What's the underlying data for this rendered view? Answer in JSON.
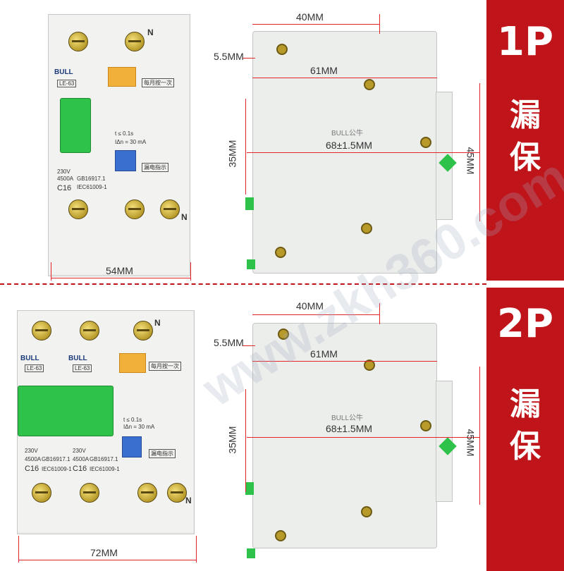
{
  "sections": [
    {
      "id": "1p",
      "title": "1P",
      "subtitle": "漏保",
      "front": {
        "brand": "BULL",
        "model": "LE-63",
        "n_marker_top": "N",
        "n_marker_bottom": "N",
        "voltage": "230V",
        "capacity": "4500A",
        "rating": "C16",
        "standard1": "GB16917.1",
        "standard2": "IEC61009-1",
        "monthly_test": "每月按一次",
        "trip_time": "t ≤ 0.1s",
        "trip_current": "IΔn = 30 mA",
        "leak_indicator": "漏电指示",
        "width_dim": "54MM"
      },
      "side": {
        "brand": "BULL公牛",
        "dim_top": "40MM",
        "dim_offset": "5.5MM",
        "dim_mid": "61MM",
        "dim_depth": "68±1.5MM",
        "dim_left": "35MM",
        "dim_right": "45MM"
      }
    },
    {
      "id": "2p",
      "title": "2P",
      "subtitle": "漏保",
      "front": {
        "brand": "BULL",
        "model": "LE-63",
        "n_marker_top": "N",
        "n_marker_bottom": "N",
        "voltage": "230V",
        "capacity": "4500A",
        "rating": "C16",
        "standard1": "GB16917.1",
        "standard2": "IEC61009-1",
        "monthly_test": "每月按一次",
        "trip_time": "t ≤ 0.1s",
        "trip_current": "IΔn = 30 mA",
        "leak_indicator": "漏电指示",
        "width_dim": "72MM"
      },
      "side": {
        "brand": "BULL公牛",
        "dim_top": "40MM",
        "dim_offset": "5.5MM",
        "dim_mid": "61MM",
        "dim_depth": "68±1.5MM",
        "dim_left": "35MM",
        "dim_right": "45MM"
      }
    }
  ],
  "watermark": "www.zkh360.com",
  "colors": {
    "accent": "#c0141b",
    "dimension": "#e3242b",
    "handle": "#2fc24a",
    "test_button": "#3a6fd0"
  }
}
